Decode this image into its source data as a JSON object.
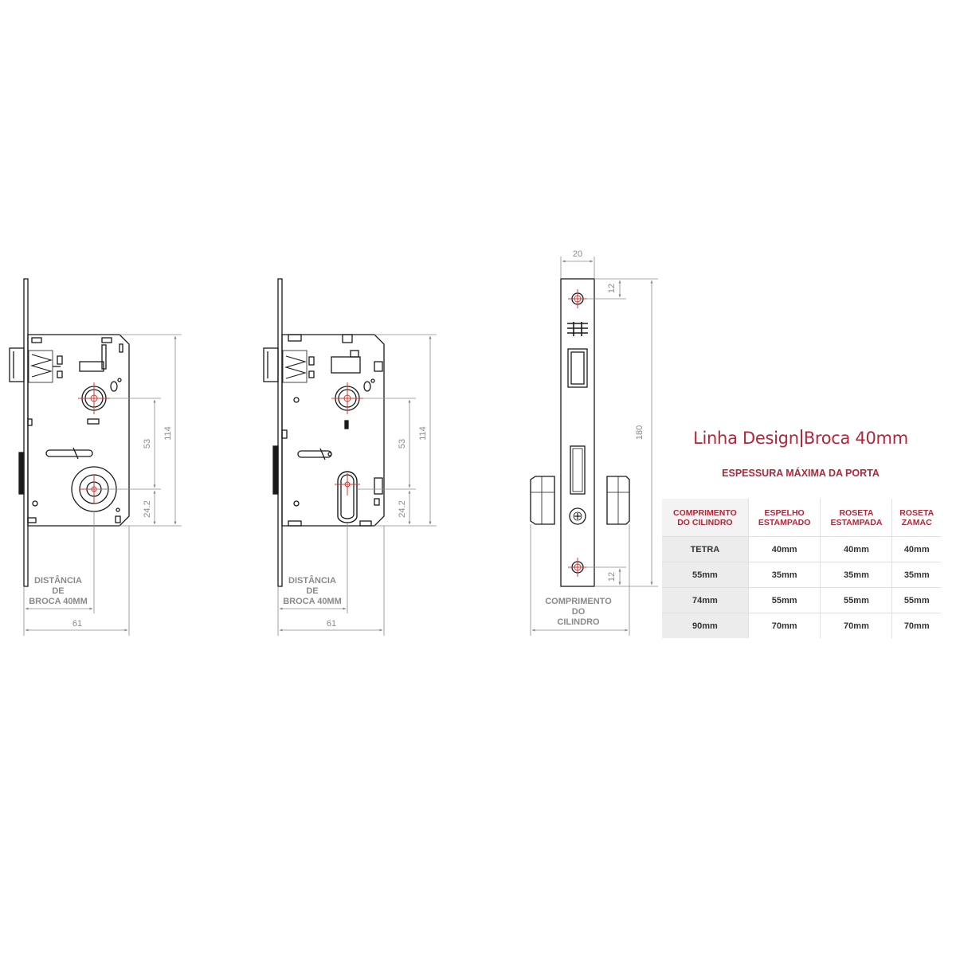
{
  "drawings": {
    "left": {
      "dim_114": "114",
      "dim_53": "53",
      "dim_24": "24.2",
      "dim_61": "61",
      "label_line1": "DISTÂNCIA",
      "label_line2": "DE",
      "label_line3": "BROCA 40MM"
    },
    "middle": {
      "dim_114": "114",
      "dim_53": "53",
      "dim_24": "24.2",
      "dim_61": "61",
      "label_line1": "DISTÂNCIA",
      "label_line2": "DE",
      "label_line3": "BROCA 40MM"
    },
    "front": {
      "dim_20": "20",
      "dim_12_top": "12",
      "dim_180": "180",
      "dim_12_bottom": "12",
      "label_line1": "COMPRIMENTO",
      "label_line2": "DO",
      "label_line3": "CILINDRO"
    }
  },
  "title": {
    "part1": "Linha Design",
    "part2": "Broca 40mm"
  },
  "subtitle": "ESPESSURA MÁXIMA DA PORTA",
  "table": {
    "headers": [
      [
        "COMPRIMENTO",
        "DO CILINDRO"
      ],
      [
        "ESPELHO",
        "ESTAMPADO"
      ],
      [
        "ROSETA",
        "ESTAMPADA"
      ],
      [
        "ROSETA",
        "ZAMAC"
      ]
    ],
    "rows": [
      [
        "TETRA",
        "40mm",
        "40mm",
        "40mm"
      ],
      [
        "55mm",
        "35mm",
        "35mm",
        "35mm"
      ],
      [
        "74mm",
        "55mm",
        "55mm",
        "55mm"
      ],
      [
        "90mm",
        "70mm",
        "70mm",
        "70mm"
      ]
    ]
  },
  "colors": {
    "accent": "#b0283a",
    "marker": "#d23a3a",
    "dimension": "#8a8a8a",
    "line": "#1a1a1a"
  }
}
